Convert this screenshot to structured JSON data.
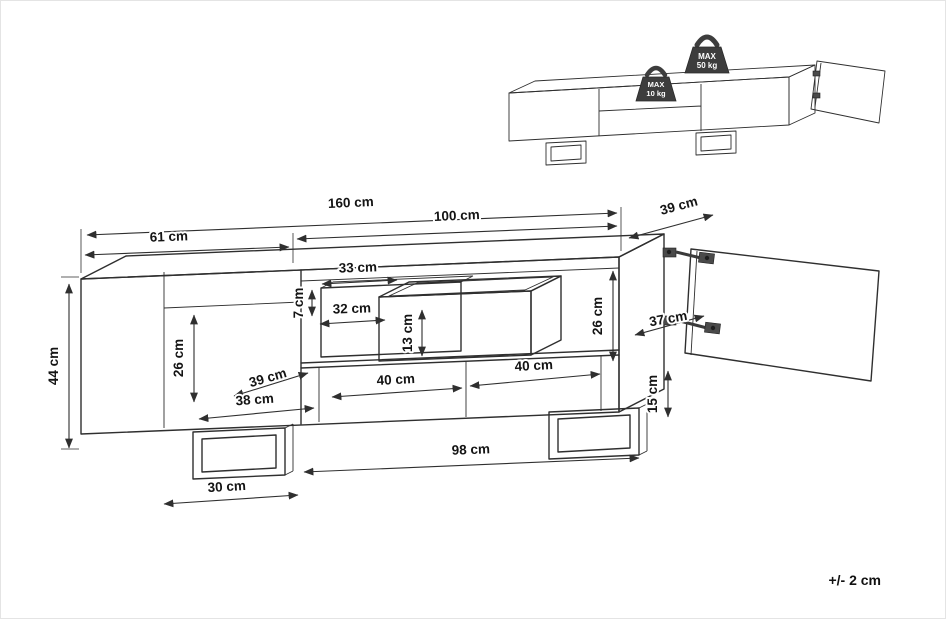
{
  "tolerance_note": "+/- 2 cm",
  "dimensions": {
    "total_width": "160 cm",
    "right_section_width": "100 cm",
    "depth": "39 cm",
    "left_door_width": "61 cm",
    "drawer_opening_width": "33 cm",
    "drawer_width": "32 cm",
    "drawer_gap_height": "7 cm",
    "drawer_height": "13 cm",
    "left_compartment_height": "26 cm",
    "right_compartment_height": "26 cm",
    "door_width": "37 cm",
    "total_height": "44 cm",
    "compartment_depth": "39 cm",
    "left_compartment_width": "38 cm",
    "middle_compartment_width": "40 cm",
    "right_compartment_width": "40 cm",
    "leg_height": "15 cm",
    "leg_span": "98 cm",
    "leg_width": "30 cm"
  },
  "inset": {
    "max_top_line1": "MAX",
    "max_top_line2": "50 kg",
    "max_shelf_line1": "MAX",
    "max_shelf_line2": "10 kg"
  }
}
